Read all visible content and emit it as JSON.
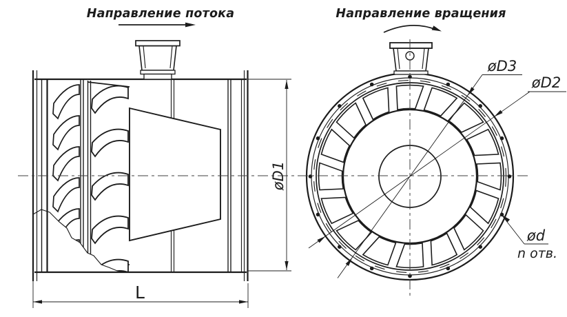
{
  "headings": {
    "flow_direction": "Направление потока",
    "rotation_direction": "Направление вращения"
  },
  "dimension_labels": {
    "casing_diameter": "øD1",
    "flange_diameter": "øD2",
    "bolt_circle_diameter": "øD3",
    "hole_diameter": "ød",
    "hole_count": "n отв.",
    "length": "L"
  },
  "icons": [
    "flow-direction-arrow-icon",
    "rotation-direction-arrow-icon"
  ],
  "colors": {
    "line": "#1c1c1c",
    "centerline": "#3e3e3e",
    "background": "#ffffff"
  },
  "drawing": {
    "type": "technical-drawing",
    "subject": "axial duct fan, side view and front view",
    "front_view": {
      "blade_count": 16,
      "bolt_count": 16
    }
  }
}
